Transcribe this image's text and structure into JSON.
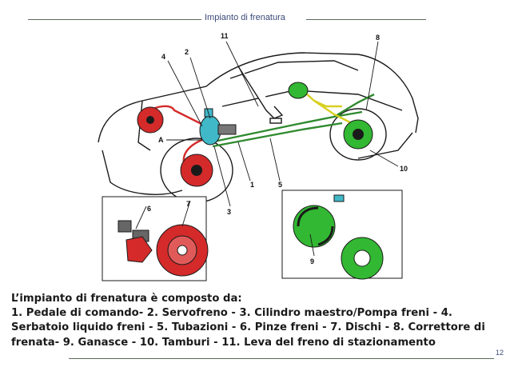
{
  "header": {
    "title": "Impianto di frenatura"
  },
  "diagram": {
    "callouts": [
      "11",
      "8",
      "4",
      "2",
      "A",
      "1",
      "5",
      "3",
      "10",
      "6",
      "7",
      "9"
    ],
    "colors": {
      "outline": "#1a1a1a",
      "brake_red": "#d42a2a",
      "pipe_green": "#2f8a2f",
      "cyan": "#40b8c8",
      "yellow": "#d8d020",
      "drum_green": "#32b832"
    }
  },
  "caption": {
    "line1": "L’impianto di frenatura è composto da:",
    "line2": "1. Pedale di comando- 2. Servofreno - 3. Cilindro maestro/Pompa freni - 4.",
    "line3": "Serbatoio liquido freni - 5. Tubazioni - 6. Pinze freni - 7. Dischi - 8. Correttore di",
    "line4": "frenata- 9. Ganasce - 10. Tamburi - 11. Leva del freno di stazionamento"
  },
  "footer": {
    "page_number": "12"
  }
}
